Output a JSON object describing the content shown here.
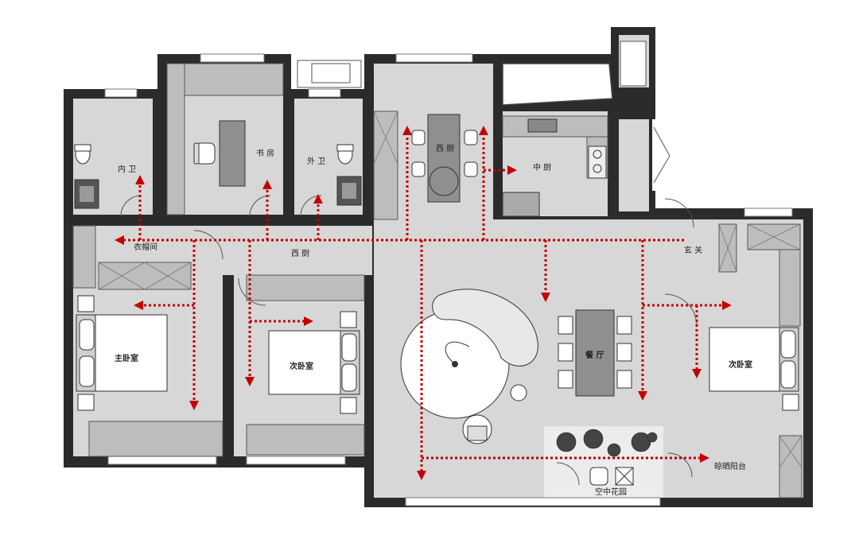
{
  "colors": {
    "wall": "#2b2b2b",
    "floor": "#d7d7d7",
    "dark_floor": "#8f8f8f",
    "cabinet": "#bdbdbd",
    "route": "#c40000",
    "bed_white": "#ffffff"
  },
  "rooms": {
    "inner_bath": "内 卫",
    "study": "书 房",
    "outer_bath": "外 卫",
    "west_kitchen_top": "西 厨",
    "mid_kitchen": "中 厨",
    "cloakroom": "衣帽间",
    "west_kitchen_hall": "西 厨",
    "foyer": "玄 关",
    "master_bedroom": "主卧室",
    "second_bedroom": "次卧室",
    "dining": "餐 厅",
    "third_bedroom": "次卧室",
    "drying_balcony": "晾晒阳台",
    "sky_garden": "空中花园"
  },
  "circulation_routes": 16
}
